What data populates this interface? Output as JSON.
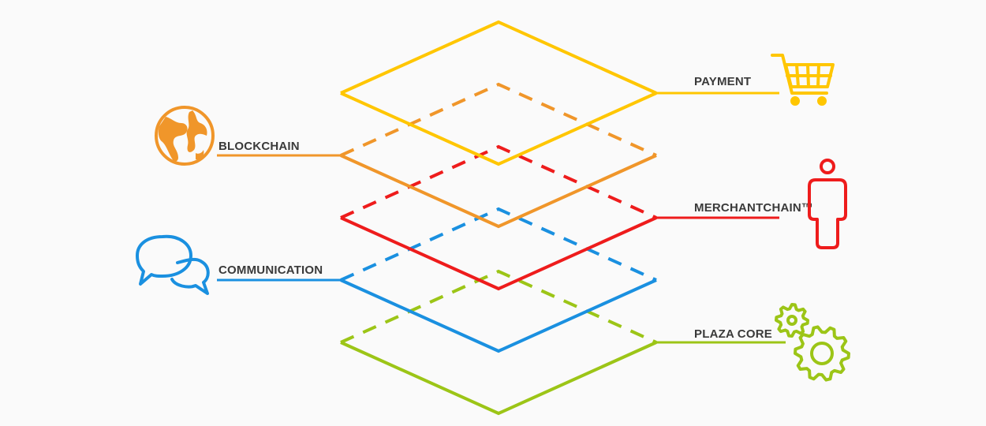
{
  "layers": [
    {
      "id": "payment",
      "label": "PAYMENT",
      "color": "#ffc600",
      "side": "right",
      "icon": "shopping-cart-icon",
      "level": 0
    },
    {
      "id": "blockchain",
      "label": "BLOCKCHAIN",
      "color": "#f0962a",
      "side": "left",
      "icon": "globe-icon",
      "level": 1
    },
    {
      "id": "merchantchain",
      "label": "MERCHANTCHAIN™",
      "color": "#ee1c1c",
      "side": "right",
      "icon": "person-icon",
      "level": 2
    },
    {
      "id": "communication",
      "label": "COMMUNICATION",
      "color": "#1a90e0",
      "side": "left",
      "icon": "chat-bubbles-icon",
      "level": 3
    },
    {
      "id": "plaza-core",
      "label": "PLAZA CORE",
      "color": "#9cc517",
      "side": "right",
      "icon": "gears-icon",
      "level": 4
    }
  ]
}
